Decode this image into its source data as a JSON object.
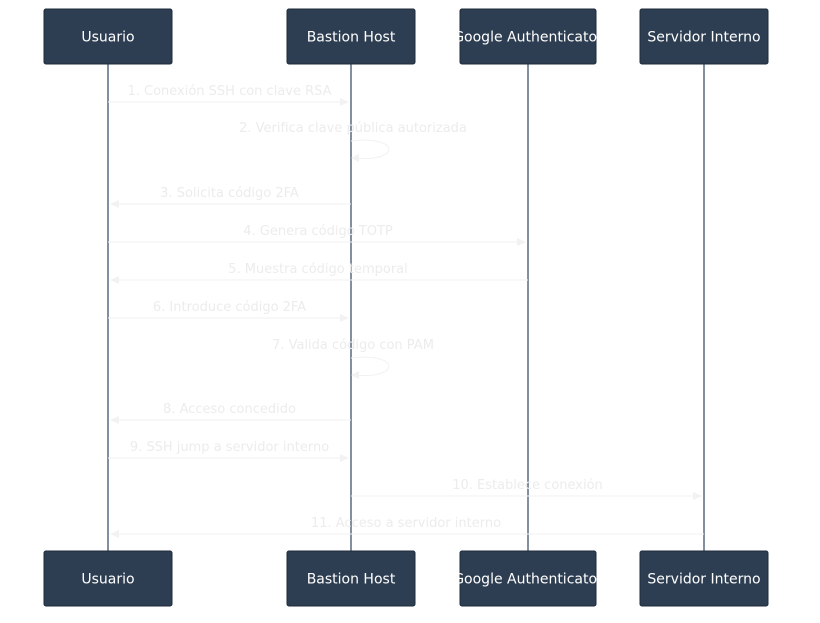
{
  "participants": [
    {
      "id": "usuario",
      "label": "Usuario"
    },
    {
      "id": "bastion",
      "label": "Bastion Host"
    },
    {
      "id": "gauth",
      "label": "Google Authenticator"
    },
    {
      "id": "servidor",
      "label": "Servidor Interno"
    }
  ],
  "messages": [
    {
      "label": "1. Conexión SSH con clave RSA",
      "from": "usuario",
      "to": "bastion"
    },
    {
      "label": "2. Verifica clave pública autorizada",
      "from": "bastion",
      "to": "bastion"
    },
    {
      "label": "3. Solicita código 2FA",
      "from": "bastion",
      "to": "usuario"
    },
    {
      "label": "4. Genera código TOTP",
      "from": "usuario",
      "to": "gauth"
    },
    {
      "label": "5. Muestra código temporal",
      "from": "gauth",
      "to": "usuario"
    },
    {
      "label": "6. Introduce código 2FA",
      "from": "usuario",
      "to": "bastion"
    },
    {
      "label": "7. Valida código con PAM",
      "from": "bastion",
      "to": "bastion"
    },
    {
      "label": "8. Acceso concedido",
      "from": "bastion",
      "to": "usuario"
    },
    {
      "label": "9. SSH jump a servidor interno",
      "from": "usuario",
      "to": "bastion"
    },
    {
      "label": "10. Establece conexión",
      "from": "bastion",
      "to": "servidor"
    },
    {
      "label": "11. Acceso a servidor interno",
      "from": "servidor",
      "to": "usuario"
    }
  ],
  "colors": {
    "actor_fill": "#2e3e52",
    "lifeline": "#5a6a80",
    "message": "#f2f2f2"
  }
}
